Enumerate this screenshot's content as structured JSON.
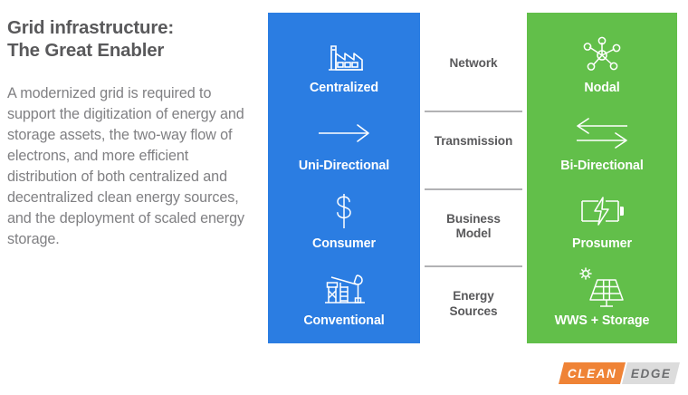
{
  "slide": {
    "title": "Grid infrastructure:\nThe Great Enabler",
    "body": "A modernized grid is required to support the digitization of energy and storage assets, the two-way flow of electrons, and more efficient distribution of both centralized and decentralized clean energy sources, and the deployment of scaled energy storage."
  },
  "colors": {
    "blue": "#2b7de2",
    "green": "#62bf4a",
    "title_gray": "#59595b",
    "body_gray": "#808083",
    "divider_gray": "#b2b2b4",
    "logo_orange": "#ef8336",
    "logo_gray": "#dcdcdc"
  },
  "center_column": {
    "rows": [
      {
        "label": "Network"
      },
      {
        "label": "Transmission"
      },
      {
        "label": "Business\nModel"
      },
      {
        "label": "Energy\nSources"
      }
    ]
  },
  "left_column": {
    "accent": "#2b7de2",
    "rows": [
      {
        "label": "Centralized",
        "icon": "factory-icon"
      },
      {
        "label": "Uni-Directional",
        "icon": "arrow-right-icon"
      },
      {
        "label": "Consumer",
        "icon": "dollar-sign-icon"
      },
      {
        "label": "Conventional",
        "icon": "oil-pumpjack-icon"
      }
    ]
  },
  "right_column": {
    "accent": "#62bf4a",
    "rows": [
      {
        "label": "Nodal",
        "icon": "network-nodes-icon"
      },
      {
        "label": "Bi-Directional",
        "icon": "arrows-bidirectional-icon"
      },
      {
        "label": "Prosumer",
        "icon": "battery-bolt-icon"
      },
      {
        "label": "WWS + Storage",
        "icon": "solar-panel-icon"
      }
    ]
  },
  "logo": {
    "primary": "CLEAN",
    "secondary": "EDGE"
  }
}
